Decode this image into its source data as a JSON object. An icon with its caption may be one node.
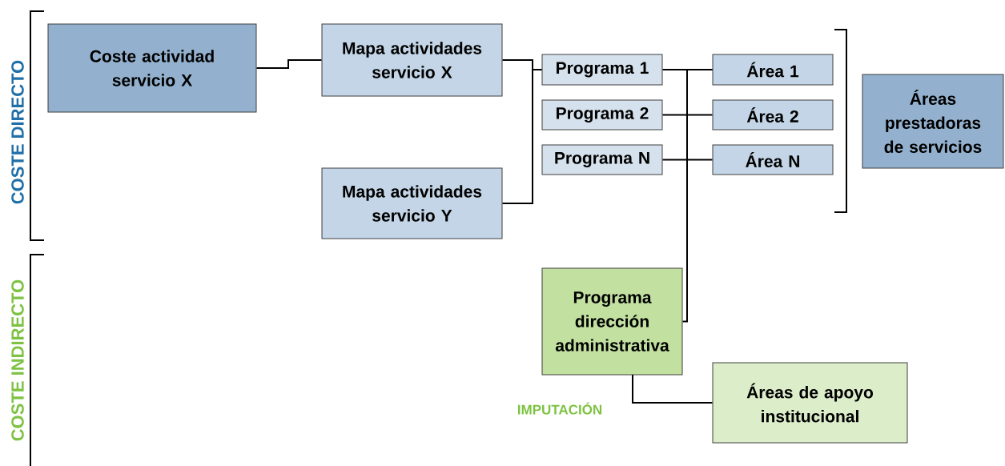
{
  "diagram": {
    "nodes": [
      {
        "text": [
          "Coste actividad servicio X"
        ]
      },
      {
        "text": [
          "Mapa actividades servicio X"
        ]
      },
      {
        "text": [
          "Mapa actividades servicio Y"
        ]
      },
      {
        "text": [
          "Programa 1"
        ]
      },
      {
        "text": [
          "Programa 2"
        ]
      },
      {
        "text": [
          "Programa N"
        ]
      },
      {
        "text": [
          "Área 1"
        ]
      },
      {
        "text": [
          "Área 2"
        ]
      },
      {
        "text": [
          "Área N"
        ]
      },
      {
        "text": [
          "Áreas prestadoras de servicios"
        ]
      },
      {
        "text": [
          "Programa dirección administrativa"
        ]
      },
      {
        "text": [
          "Áreas de apoyo institucional"
        ]
      }
    ],
    "edges": [
      {
        "from": 0,
        "to": 1,
        "arrow": "none"
      },
      {
        "from": 1,
        "to": 3,
        "arrow": "none"
      },
      {
        "from": 2,
        "to": 3,
        "arrow": "none"
      },
      {
        "from": 3,
        "to": 6,
        "arrow": "none"
      },
      {
        "from": 4,
        "to": 7,
        "arrow": "none"
      },
      {
        "from": 5,
        "to": 8,
        "arrow": "none"
      },
      {
        "from": 10,
        "to": 6,
        "arrow": "none"
      },
      {
        "from": 10,
        "to": 11,
        "arrow": "none"
      }
    ],
    "labels": [
      "COSTE DIRECTO",
      "COSTE INDIRECTO",
      "IMPUTACIÓN"
    ]
  }
}
